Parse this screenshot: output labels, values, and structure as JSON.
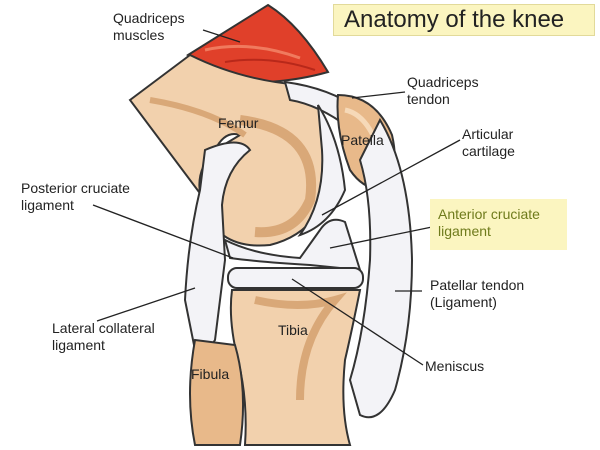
{
  "title": "Anatomy of the knee",
  "labels": {
    "quadriceps_muscles": [
      "Quadriceps",
      "muscles"
    ],
    "quadriceps_tendon": [
      "Quadriceps",
      "tendon"
    ],
    "femur": "Femur",
    "patella": "Patella",
    "articular_cartilage": [
      "Articular",
      "cartilage"
    ],
    "posterior_cruciate": [
      "Posterior cruciate",
      "ligament"
    ],
    "anterior_cruciate": [
      "Anterior cruciate",
      "ligament"
    ],
    "patellar_tendon": [
      "Patellar tendon",
      "(Ligament)"
    ],
    "lateral_collateral": [
      "Lateral collateral",
      "ligament"
    ],
    "tibia": "Tibia",
    "fibula": "Fibula",
    "meniscus": "Meniscus"
  },
  "colors": {
    "muscle": "#e0402a",
    "bone": "#f2d1ad",
    "bone_shade": "#d9a878",
    "ligament": "#f3f3f7",
    "highlight_box": "#fbf5c0",
    "highlight_text": "#6f7b1c"
  }
}
